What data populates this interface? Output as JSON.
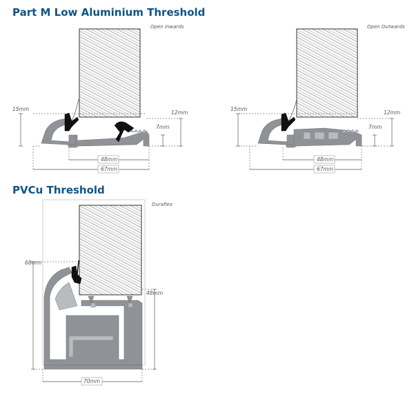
{
  "sections": {
    "aluminium": {
      "title": "Part M Low Aluminium Threshold",
      "left": {
        "caption": "Open Inwards",
        "dim_height_left": "15mm",
        "dim_height_right": "12mm",
        "dim_upstand": "7mm",
        "dim_inner": "48mm",
        "dim_overall": "67mm"
      },
      "right": {
        "caption": "Open Outwards",
        "dim_height_left": "15mm",
        "dim_height_right": "12mm",
        "dim_upstand": "7mm",
        "dim_inner": "48mm",
        "dim_overall": "67mm"
      }
    },
    "pvcu": {
      "title": "PVCu Threshold",
      "caption": "Duraflex",
      "dim_height_left": "68mm",
      "dim_height_right": "48mm",
      "dim_width": "70mm"
    }
  },
  "colors": {
    "heading": "#0f5486",
    "metal": "#8f9397",
    "seal": "#111111"
  }
}
